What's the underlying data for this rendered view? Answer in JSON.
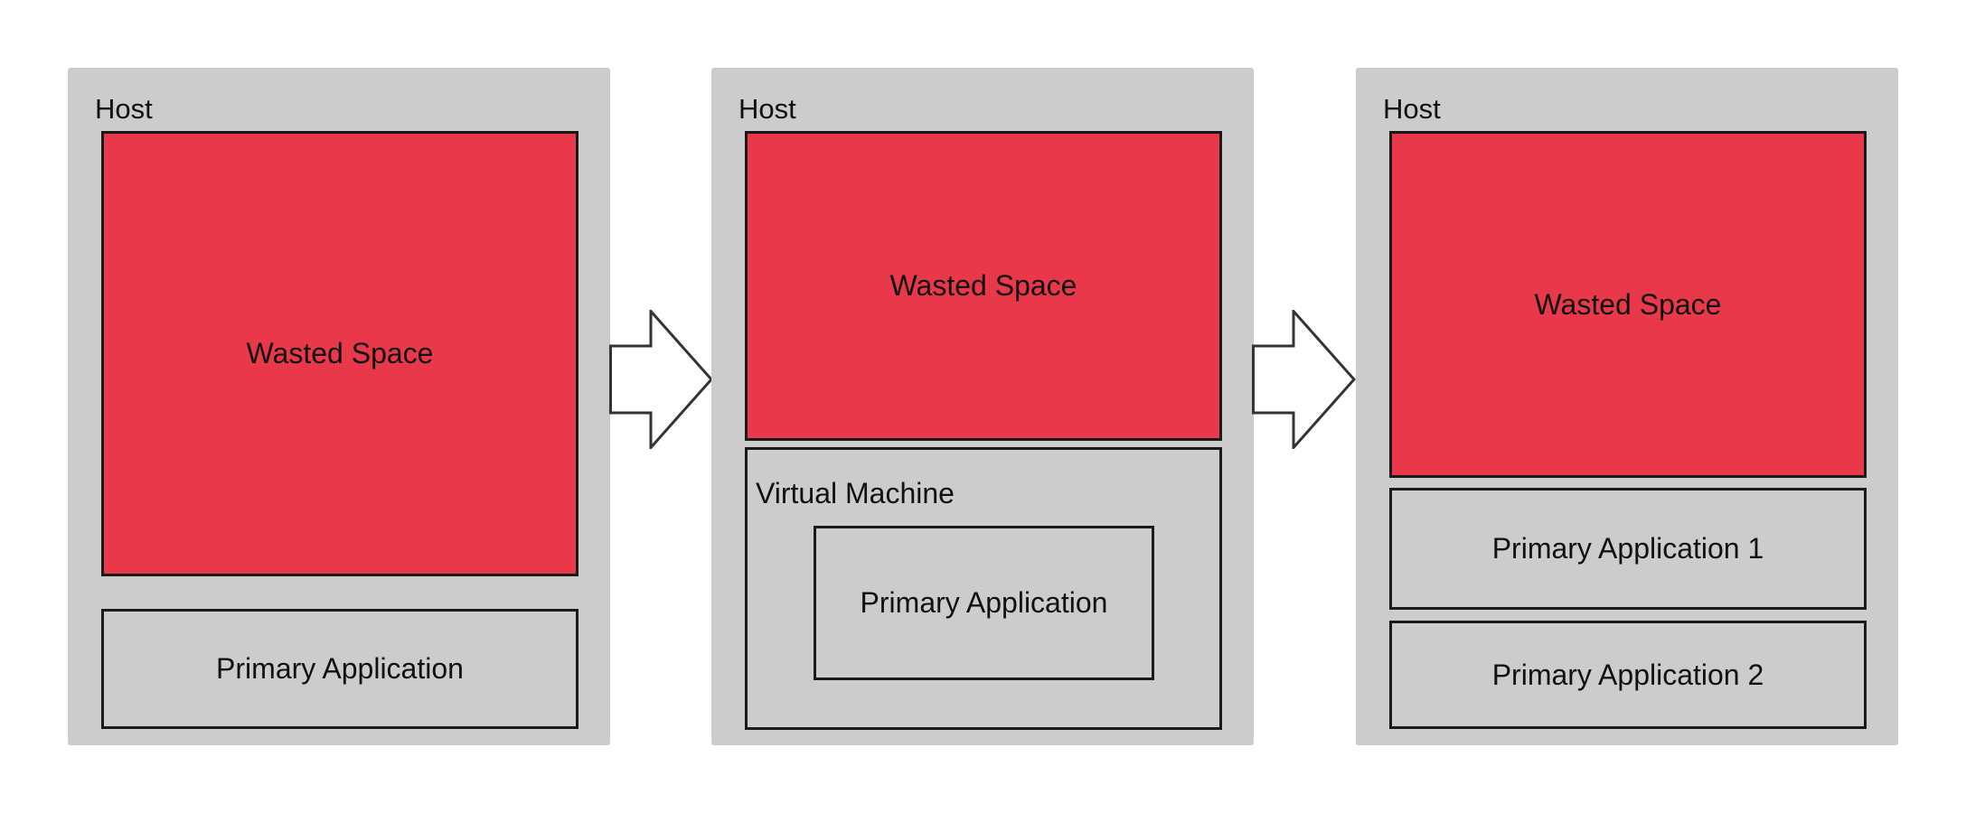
{
  "panels": [
    {
      "host_label": "Host",
      "wasted_label": "Wasted Space",
      "app_label": "Primary Application"
    },
    {
      "host_label": "Host",
      "wasted_label": "Wasted Space",
      "vm_label": "Virtual Machine",
      "app_label": "Primary Application"
    },
    {
      "host_label": "Host",
      "wasted_label": "Wasted Space",
      "app1_label": "Primary Application 1",
      "app2_label": "Primary Application 2"
    }
  ],
  "arrows": [
    {
      "icon": "right-arrow-icon"
    },
    {
      "icon": "right-arrow-icon"
    }
  ],
  "colors": {
    "host_fill": "#cccccc",
    "wasted_fill": "#e8384a",
    "border": "#1a1a1a",
    "arrow_fill": "#ffffff",
    "arrow_stroke": "#333333"
  }
}
